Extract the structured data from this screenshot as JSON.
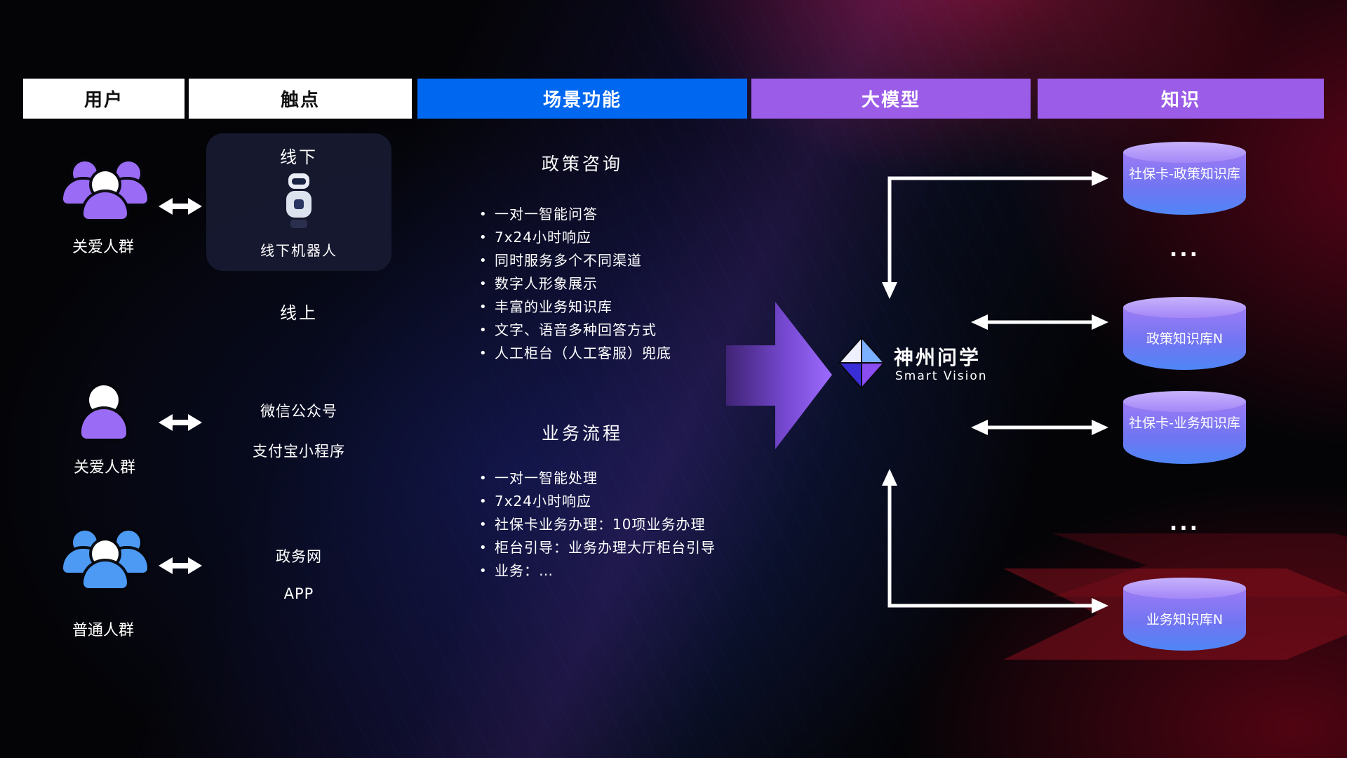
{
  "header": {
    "columns": [
      {
        "label": "用户"
      },
      {
        "label": "触点"
      },
      {
        "label": "场景功能"
      },
      {
        "label": "大模型"
      },
      {
        "label": "知识"
      }
    ]
  },
  "users": {
    "group1_label": "关爱人群",
    "person_label": "关爱人群",
    "group2_label": "普通人群"
  },
  "touchpoints": {
    "offline_title": "线下",
    "offline_robot_label": "线下机器人",
    "online_title": "线上",
    "channels": {
      "wechat": "微信公众号",
      "alipay": "支付宝小程序",
      "gov": "政务网",
      "app": "APP"
    }
  },
  "scenes": {
    "policy": {
      "title": "政策咨询",
      "items": [
        "一对一智能问答",
        "7x24小时响应",
        "同时服务多个不同渠道",
        "数字人形象展示",
        "丰富的业务知识库",
        "文字、语音多种回答方式",
        "人工柜台（人工客服）兜底"
      ]
    },
    "business": {
      "title": "业务流程",
      "items": [
        "一对一智能处理",
        "7x24小时响应",
        "社保卡业务办理：10项业务办理",
        "柜台引导：业务办理大厅柜台引导",
        "业务：…"
      ]
    }
  },
  "model": {
    "name": "神州问学",
    "subtitle": "Smart Vision"
  },
  "knowledge": {
    "db1": "社保卡-政策知识库",
    "ellipsis1": "...",
    "db2": "政策知识库N",
    "db3": "社保卡-业务知识库",
    "ellipsis2": "...",
    "db4": "业务知识库N"
  },
  "colors": {
    "header_blue": "#0068f0",
    "header_purple": "#9b5ce8",
    "icon_purple": "#9a6cf5",
    "icon_blue": "#4d9af5",
    "db_gradient_top": "#9d7bf5",
    "db_gradient_bottom": "#4f86f7",
    "flow_arrow": "#8b5cf6",
    "wire": "#ffffff"
  }
}
